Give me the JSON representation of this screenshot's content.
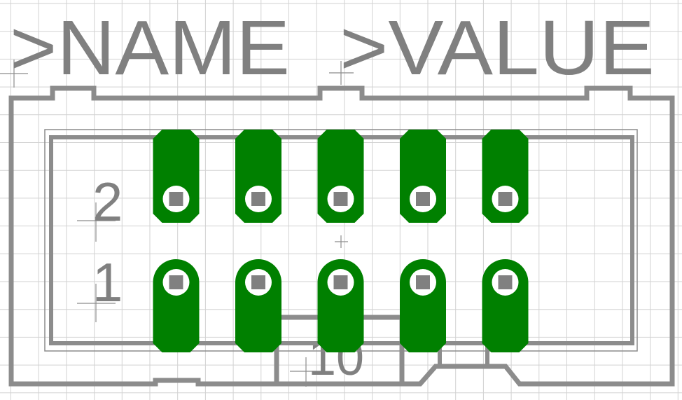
{
  "labels": {
    "name": ">NAME",
    "value": ">VALUE",
    "pin2": "2",
    "pin1": "1",
    "pin10": "10"
  },
  "connector": {
    "columns": 5,
    "rows": 2
  },
  "colors": {
    "background": "#ffffff",
    "grid": "#d2d2d2",
    "outline": "#8c8c8c",
    "copper": "#008000",
    "drill": "#808080",
    "text": "#808080"
  }
}
